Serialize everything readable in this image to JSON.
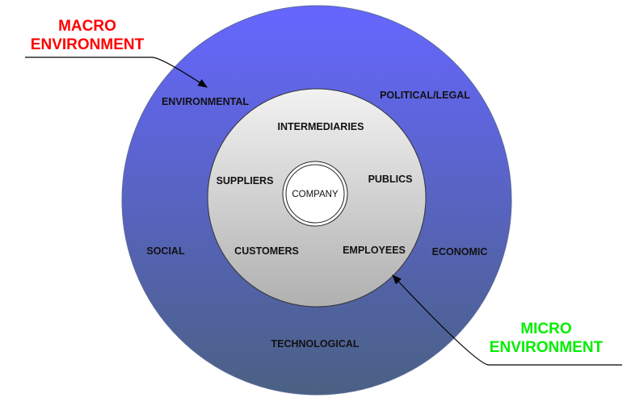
{
  "callouts": {
    "macro": {
      "line1": "MACRO",
      "line2": "ENVIRONMENT",
      "color": "#ff0000"
    },
    "micro": {
      "line1": "MICRO",
      "line2": "ENVIRONMENT",
      "color": "#00ee00"
    }
  },
  "macro_factors": {
    "environmental": "ENVIRONMENTAL",
    "political": "POLITICAL/LEGAL",
    "social": "SOCIAL",
    "economic": "ECONOMIC",
    "technological": "TECHNOLOGICAL"
  },
  "micro_factors": {
    "intermediaries": "INTERMEDIARIES",
    "suppliers": "SUPPLIERS",
    "publics": "PUBLICS",
    "customers": "CUSTOMERS",
    "employees": "EMPLOYEES"
  },
  "center": {
    "label": "COMPANY"
  },
  "colors": {
    "outer_top": "#6666ff",
    "outer_bottom": "#4a6183",
    "inner_top": "#f2f2f2",
    "inner_bottom": "#b0b0b0"
  }
}
